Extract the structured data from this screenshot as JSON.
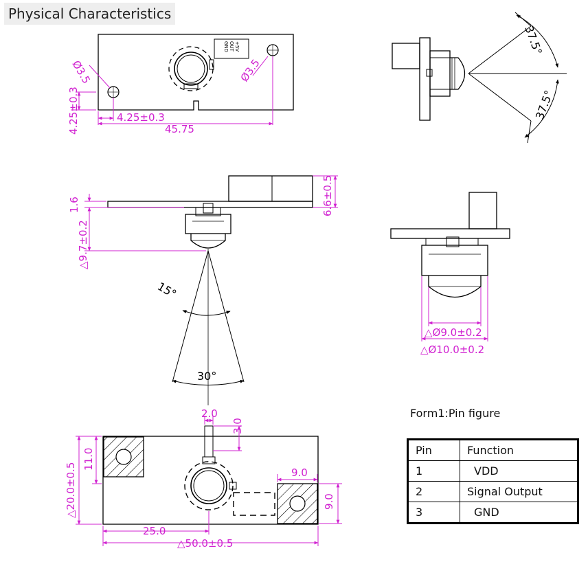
{
  "header": {
    "title": "Physical Characteristics"
  },
  "dimensions": {
    "top_view": {
      "left_hole_dia": "Ø3.5",
      "right_hole_dia": "Ø3.5",
      "hole_vertical": "4.25±0.3",
      "hole_horizontal": "4.25±0.3",
      "board_length": "45.75",
      "pin_labels": [
        "+5V",
        "OUT",
        "GND"
      ]
    },
    "side_view_angles": {
      "upper": "37.5°",
      "lower": "37.5°"
    },
    "front_view": {
      "board_thickness": "1.6",
      "lens_height": "△9.7±0.2",
      "total_height": "6.6±0.5",
      "half_angle": "15°",
      "full_angle": "30°"
    },
    "lens_view": {
      "inner_dia": "△Ø9.0±0.2",
      "outer_dia": "△Ø10.0±0.2"
    },
    "bottom_view": {
      "tab_width": "2.0",
      "tab_height": "3.0",
      "height_total": "△20.0±0.5",
      "hole_offset": "11.0",
      "square_width": "9.0",
      "square_height": "9.0",
      "center_x": "25.0",
      "width_total": "△50.0±0.5"
    }
  },
  "pin_table": {
    "caption": "Form1:Pin figure",
    "headers": [
      "Pin",
      "Function"
    ],
    "rows": [
      {
        "pin": "1",
        "function": "VDD"
      },
      {
        "pin": "2",
        "function": "Signal Output"
      },
      {
        "pin": "3",
        "function": "GND"
      }
    ]
  }
}
